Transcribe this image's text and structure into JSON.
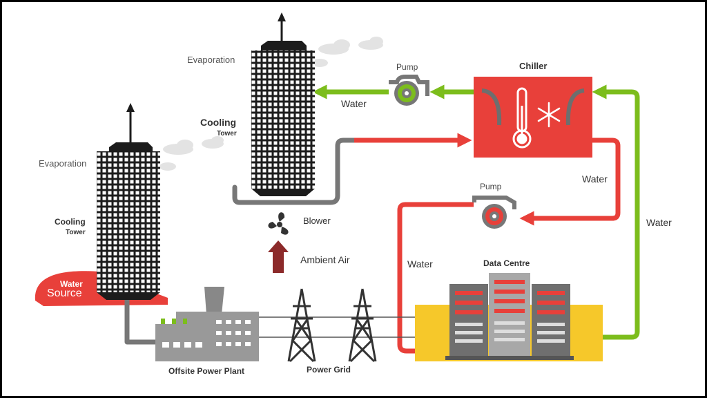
{
  "labels": {
    "evaporation_top": "Evaporation",
    "evaporation_left": "Evaporation",
    "cooling_tower_top_title": "Cooling",
    "cooling_tower_top_sub": "Tower",
    "cooling_tower_left_title": "Cooling",
    "cooling_tower_left_sub": "Tower",
    "water_source_title": "Water",
    "water_source_sub": "Source",
    "pump_top": "Pump",
    "pump_mid": "Pump",
    "chiller": "Chiller",
    "water_top": "Water",
    "water_chiller_right": "Water",
    "water_far_right": "Water",
    "water_mid": "Water",
    "blower": "Blower",
    "ambient_air": "Ambient Air",
    "data_centre": "Data Centre",
    "power_plant": "Offsite Power Plant",
    "power_grid": "Power Grid"
  },
  "colors": {
    "hot_water": "#e8403a",
    "cool_water": "#7cbd1c",
    "pipe_gray": "#777777",
    "chiller_red": "#e8403a",
    "data_centre_yellow": "#f6c82a",
    "tower_dark": "#1c1c1c",
    "ambient_arrow": "#8c2a2a"
  },
  "icons": {
    "chiller": [
      "thermometer-icon",
      "snowflake-icon"
    ],
    "blower": "fan-icon",
    "pump": "pump-icon",
    "cloud": "cloud-icon"
  }
}
